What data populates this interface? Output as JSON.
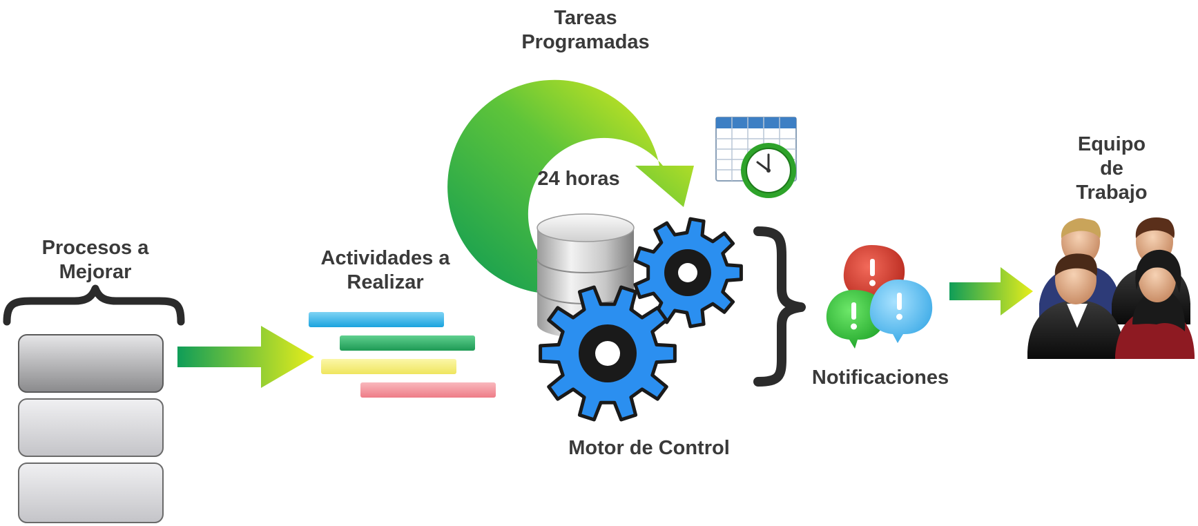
{
  "labels": {
    "procesos_line1": "Procesos a",
    "procesos_line2": "Mejorar",
    "actividades_line1": "Actividades a",
    "actividades_line2": "Realizar",
    "tareas_line1": "Tareas",
    "tareas_line2": "Programadas",
    "horas": "24 horas",
    "motor": "Motor de Control",
    "notificaciones": "Notificaciones",
    "equipo_line1": "Equipo",
    "equipo_line2": "de",
    "equipo_line3": "Trabajo"
  },
  "colors": {
    "arrow_start": "#0f9d58",
    "arrow_end": "#e8ee1a",
    "gear": "#2b8ff0",
    "text": "#3a3a3a",
    "brace": "#2b2b2b"
  },
  "activity_bar_colors": [
    "#33b5e5",
    "#2eaa66",
    "#f2ec6e",
    "#f08a94"
  ],
  "process_stack_count": 3,
  "icons": {
    "calendar": "calendar-clock-icon",
    "database": "database-icon",
    "gears": "gears-icon",
    "notifications": "speech-bubbles-icon",
    "team": "team-people-icon"
  }
}
